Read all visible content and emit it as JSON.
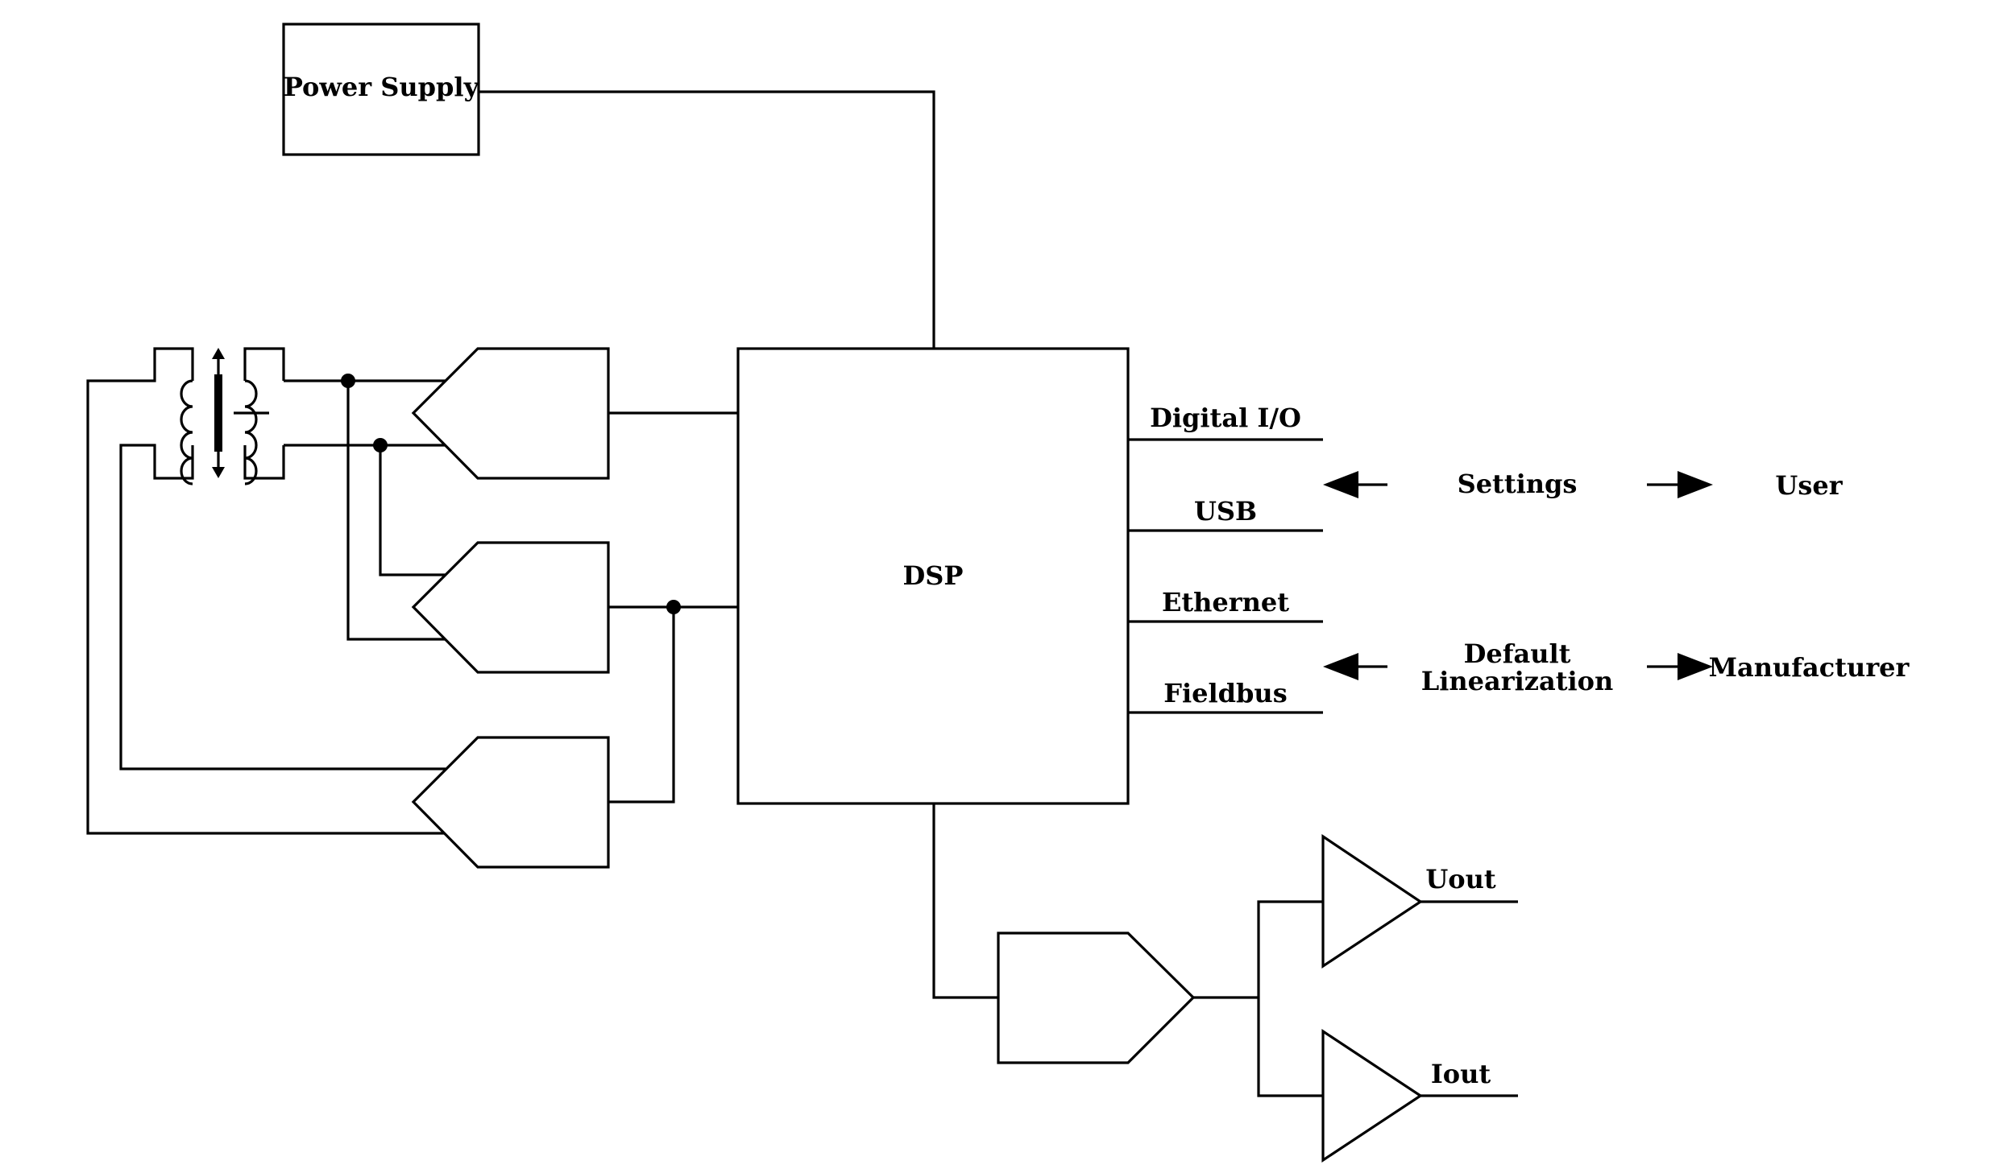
{
  "blocks": {
    "power_supply": "Power Supply",
    "dsp": "DSP"
  },
  "interfaces": {
    "digital_io": "Digital I/O",
    "usb": "USB",
    "ethernet": "Ethernet",
    "fieldbus": "Fieldbus"
  },
  "config": {
    "settings": "Settings",
    "user": "User",
    "default_linearization_line1": "Default",
    "default_linearization_line2": "Linearization",
    "manufacturer": "Manufacturer"
  },
  "outputs": {
    "voltage": "Uout",
    "current": "Iout"
  }
}
